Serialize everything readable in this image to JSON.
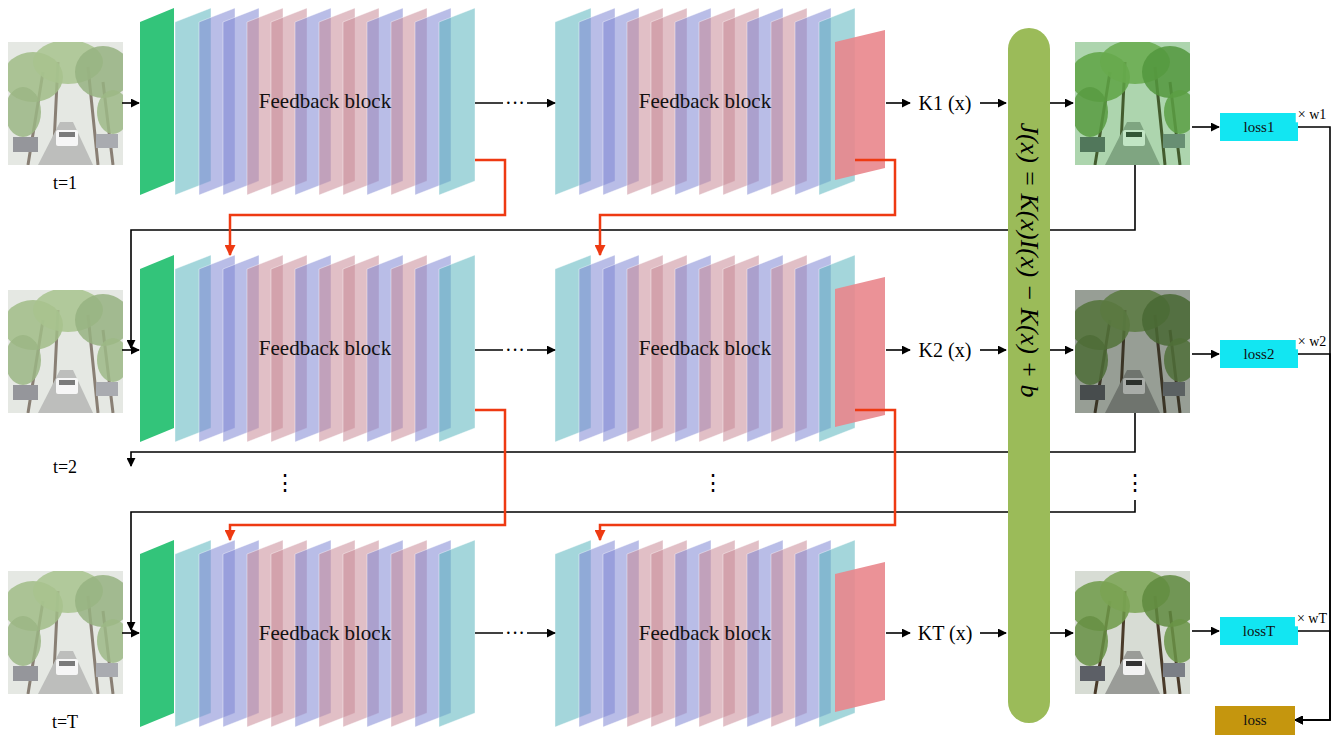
{
  "diagram": {
    "nodes": [
      {
        "text": [
          "Feedback block"
        ]
      },
      {
        "text": [
          "Feedback block"
        ]
      },
      {
        "text": [
          "J(x) = K(x)I(x) − K(x) + b"
        ]
      },
      {
        "text": [
          "loss1"
        ]
      },
      {
        "text": [
          "Feedback block"
        ]
      },
      {
        "text": [
          "Feedback block"
        ]
      },
      {
        "text": [
          "loss2"
        ]
      },
      {
        "text": [
          "Feedback block"
        ]
      },
      {
        "text": [
          "Feedback block"
        ]
      },
      {
        "text": [
          "lossT"
        ]
      },
      {
        "text": [
          "loss"
        ]
      }
    ],
    "edges": [
      {
        "from": 0,
        "to": 1,
        "arrow": "to",
        "label": "···"
      },
      {
        "from": 0,
        "to": 4,
        "arrow": "to"
      },
      {
        "from": 1,
        "to": 5,
        "arrow": "to"
      },
      {
        "from": 4,
        "to": 5,
        "arrow": "to",
        "label": "···"
      },
      {
        "from": 4,
        "to": 7,
        "arrow": "to"
      },
      {
        "from": 5,
        "to": 8,
        "arrow": "to"
      },
      {
        "from": 7,
        "to": 8,
        "arrow": "to",
        "label": "···"
      },
      {
        "from": 3,
        "to": 10,
        "arrow": "to",
        "label": "× w1"
      },
      {
        "from": 6,
        "to": 10,
        "arrow": "to",
        "label": "× w2"
      },
      {
        "from": 9,
        "to": 10,
        "arrow": "to",
        "label": "× wT"
      }
    ],
    "labels": [
      "t=1",
      "K1 (x)",
      "t=2",
      "K2 (x)",
      "⋮",
      "⋮",
      "⋮",
      "t=T",
      "KT (x)"
    ]
  }
}
